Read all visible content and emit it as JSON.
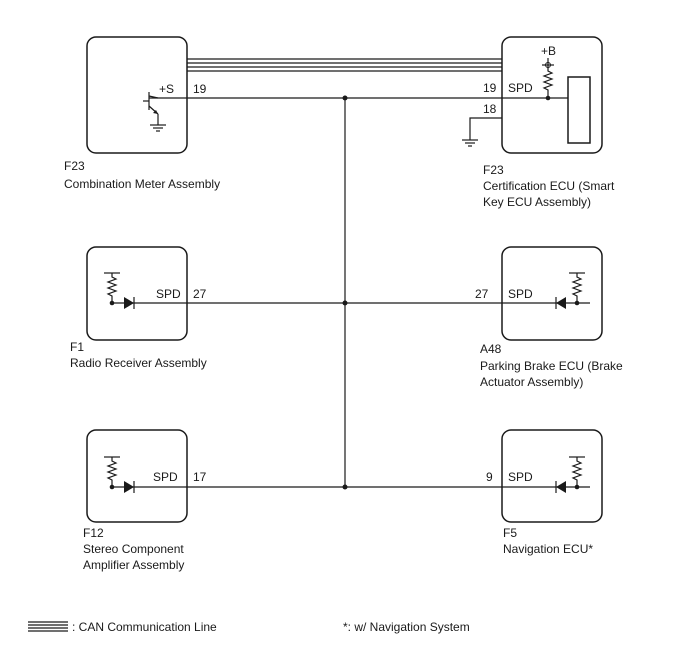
{
  "components": {
    "combination_meter": {
      "code": "F23",
      "name": "Combination Meter Assembly",
      "terminal": "19",
      "supply": "+S"
    },
    "certification_ecu": {
      "code": "F23",
      "name_line1": "Certification ECU (Smart",
      "name_line2": "Key ECU Assembly)",
      "terminal_spd": "19",
      "terminal_gnd": "18",
      "signal": "SPD",
      "supply": "+B"
    },
    "radio_receiver": {
      "code": "F1",
      "name": "Radio Receiver Assembly",
      "terminal": "27",
      "signal": "SPD"
    },
    "parking_brake_ecu": {
      "code": "A48",
      "name_line1": "Parking Brake ECU (Brake",
      "name_line2": "Actuator Assembly)",
      "terminal": "27",
      "signal": "SPD"
    },
    "stereo_amplifier": {
      "code": "F12",
      "name_line1": "Stereo Component",
      "name_line2": "Amplifier Assembly",
      "terminal": "17",
      "signal": "SPD"
    },
    "navigation_ecu": {
      "code": "F5",
      "name": "Navigation ECU*",
      "terminal": "9",
      "signal": "SPD"
    }
  },
  "legend": {
    "can_line": ": CAN Communication Line",
    "note": "*: w/ Navigation System"
  }
}
